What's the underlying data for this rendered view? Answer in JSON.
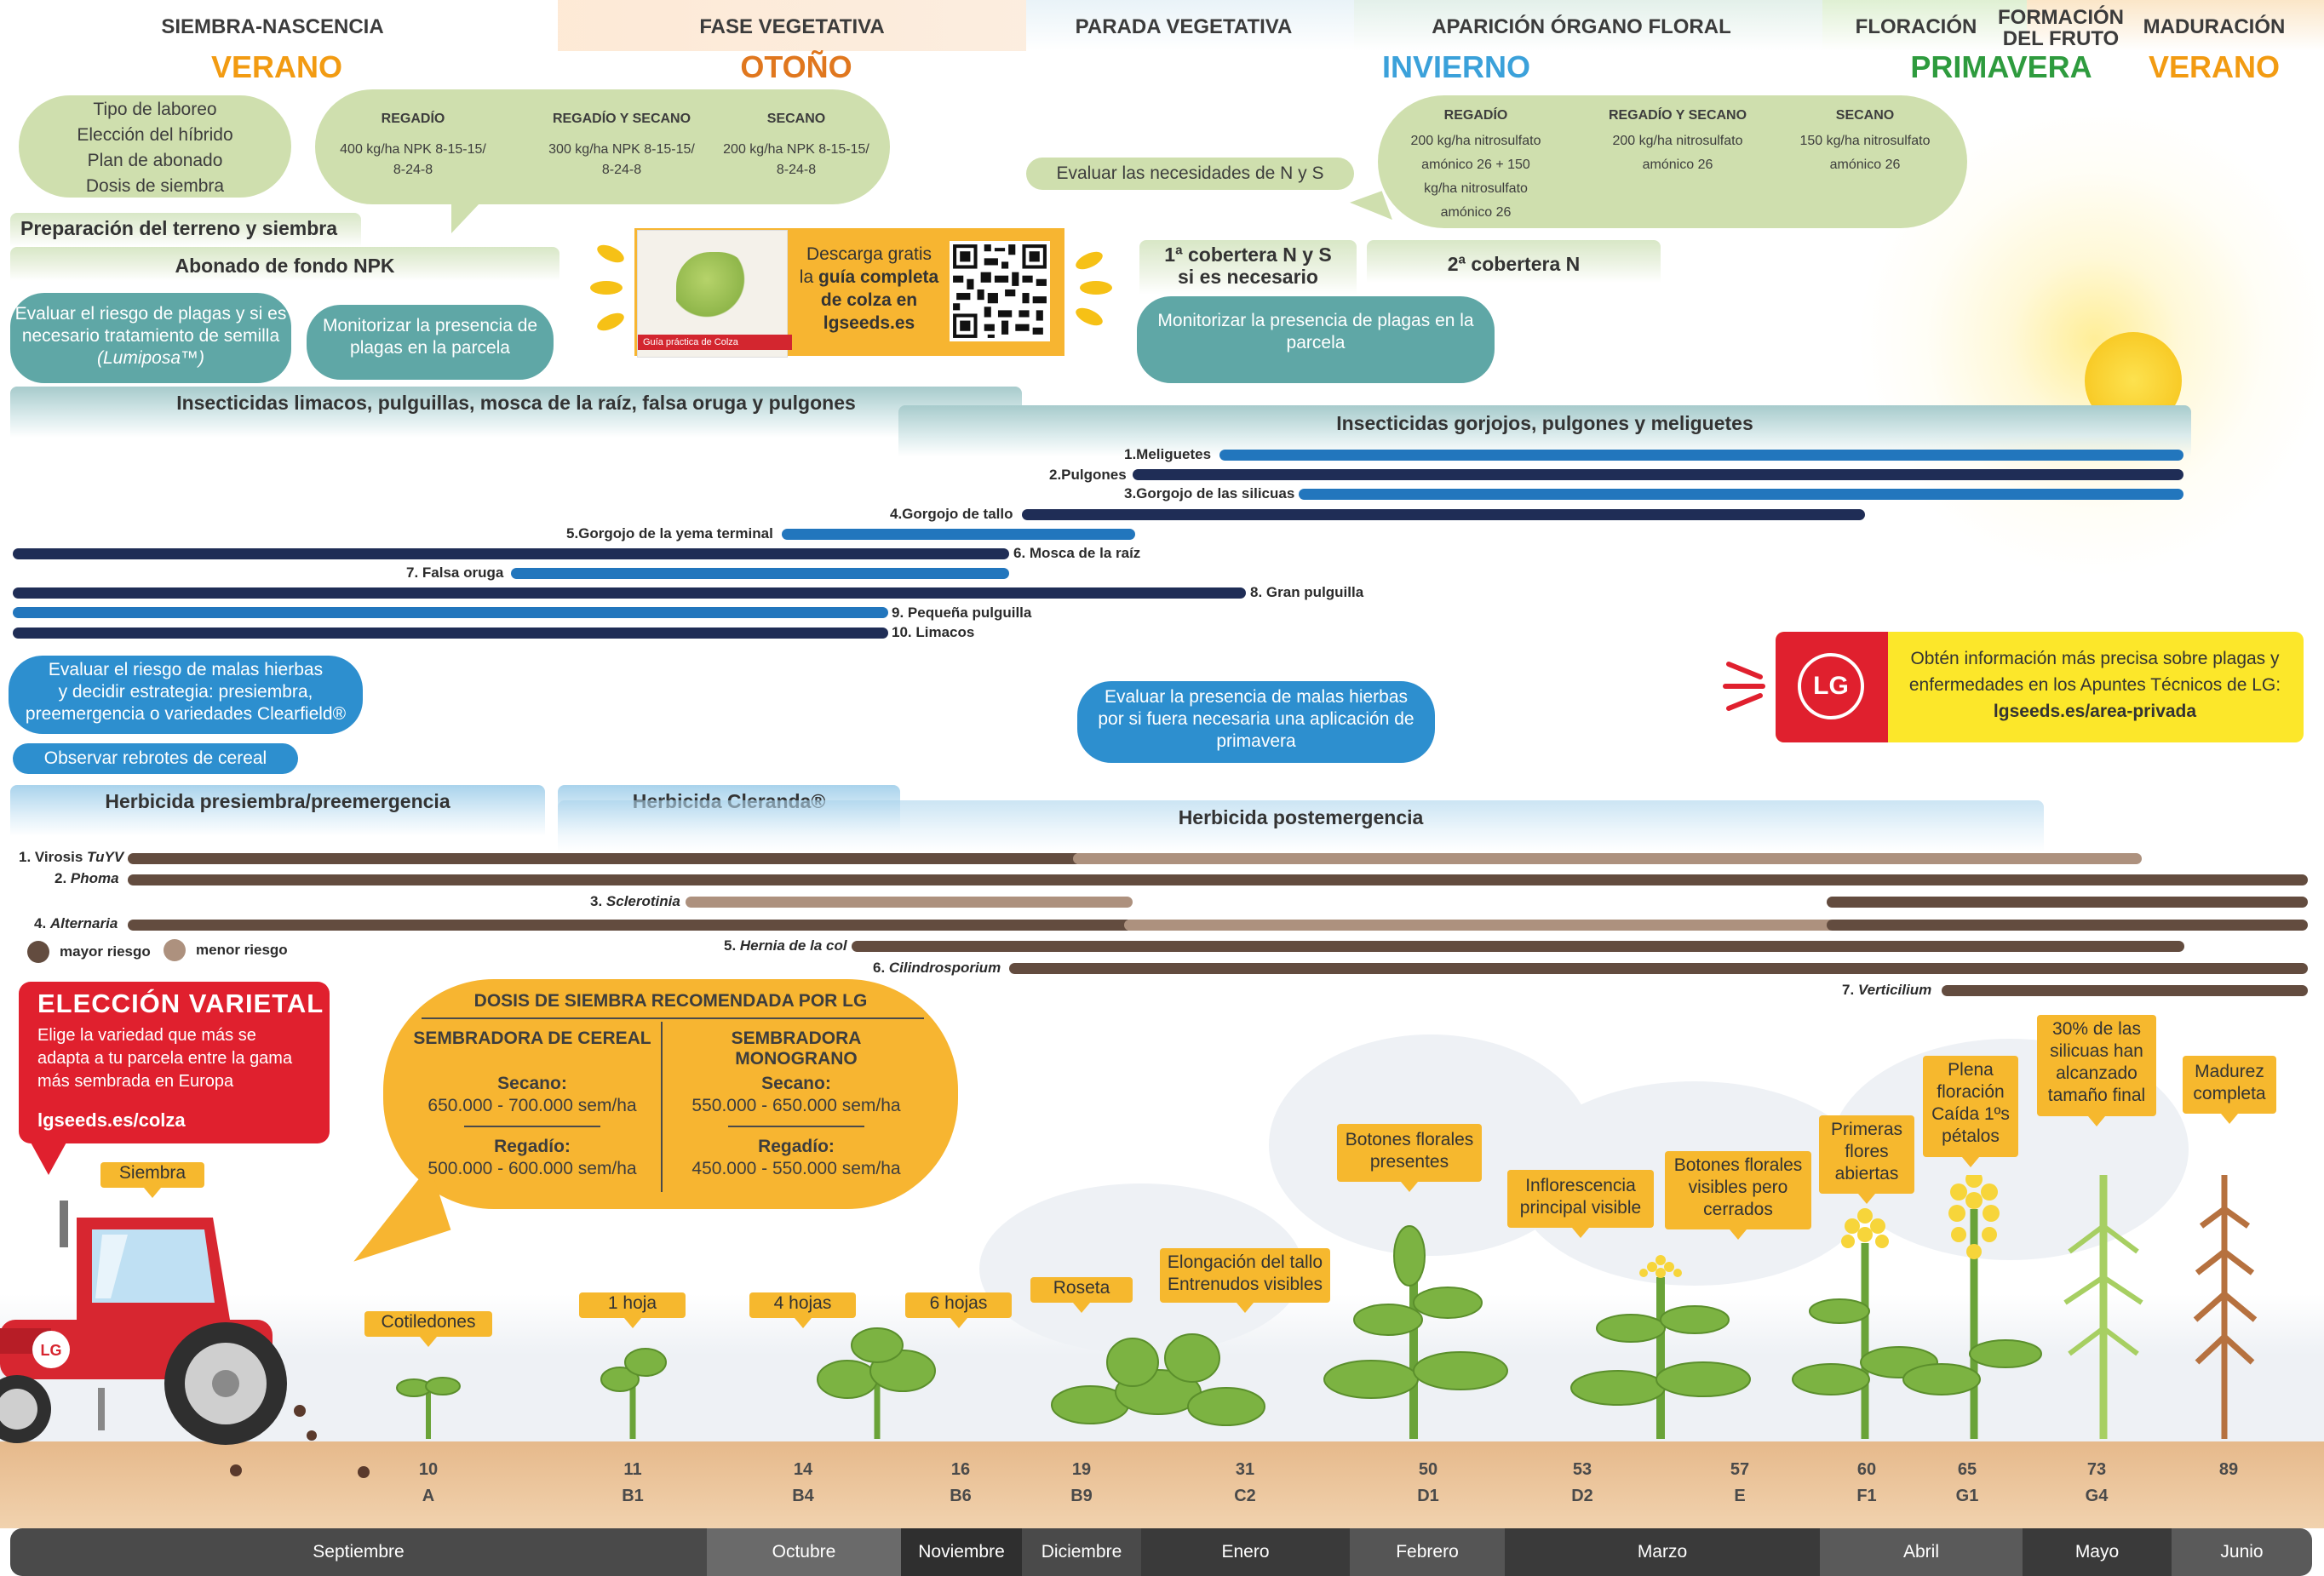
{
  "stages": {
    "s1": "SIEMBRA-NASCENCIA",
    "s2": "FASE VEGETATIVA",
    "s3": "PARADA VEGETATIVA",
    "s4": "APARICIÓN ÓRGANO FLORAL",
    "s5": "FLORACIÓN",
    "s6a": "FORMACIÓN",
    "s6b": "DEL FRUTO",
    "s7": "MADURACIÓN"
  },
  "seasons": {
    "verano1": "VERANO",
    "otono": "OTOÑO",
    "invierno": "INVIERNO",
    "primavera": "PRIMAVERA",
    "verano2": "VERANO"
  },
  "colors": {
    "verano": "#f29b12",
    "otono": "#e0771e",
    "invierno": "#3ba1da",
    "primavera": "#2e9b3e"
  },
  "prep": {
    "items": [
      "Tipo de laboreo",
      "Elección del híbrido",
      "Plan de abonado",
      "Dosis de siembra"
    ],
    "band": "Preparación del terreno y siembra"
  },
  "fondo": {
    "h1": "REGADÍO",
    "v1a": "400 kg/ha NPK 8-15-15/",
    "v1b": "8-24-8",
    "h2": "REGADÍO Y SECANO",
    "v2a": "300 kg/ha NPK 8-15-15/",
    "v2b": "8-24-8",
    "h3": "SECANO",
    "v3a": "200 kg/ha NPK 8-15-15/",
    "v3b": "8-24-8",
    "band": "Abonado de fondo NPK"
  },
  "cobertera": {
    "h1": "REGADÍO",
    "v1a": "200 kg/ha nitrosulfato",
    "v1b": "amónico 26 + 150",
    "v1c": "kg/ha nitrosulfato",
    "v1d": "amónico 26",
    "h2": "REGADÍO Y SECANO",
    "v2a": "200 kg/ha nitrosulfato",
    "v2b": "amónico 26",
    "h3": "SECANO",
    "v3a": "150 kg/ha nitrosulfato",
    "v3b": "amónico 26",
    "evaluar": "Evaluar las necesidades de N y S",
    "c1a": "1ª cobertera N y S",
    "c1b": "si es necesario",
    "c2": "2ª cobertera N"
  },
  "guia": {
    "cover": "Guía práctica de Colza",
    "l1": "Descarga gratis",
    "l2a": "la ",
    "l2b": "guía completa",
    "l3": "de colza en",
    "l4": "lgseeds.es"
  },
  "plagas": {
    "eval1a": "Evaluar el riesgo de plagas y si es",
    "eval1b": "necesario tratamiento de semilla",
    "eval1c": "(Lumiposa™)",
    "mon1a": "Monitorizar la presencia de",
    "mon1b": "plagas en la parcela",
    "mon2a": "Monitorizar la presencia de plagas en la",
    "mon2b": "parcela",
    "band1": "Insecticidas limacos, pulguillas, mosca de la raíz, falsa oruga y pulgones",
    "band2": "Insecticidas gorjojos, pulgones y meliguetes",
    "items": [
      "1.Meliguetes",
      "2.Pulgones",
      "3.Gorgojo de las silicuas",
      "4.Gorgojo de tallo",
      "5.Gorgojo de la yema terminal",
      "6. Mosca de la raíz",
      "7. Falsa oruga",
      "8. Gran pulguilla",
      "9. Pequeña pulguilla",
      "10. Limacos"
    ]
  },
  "lgbox": {
    "l1": "Obtén información más precisa sobre plagas y",
    "l2": "enfermedades en los Apuntes Técnicos de LG:",
    "l3": "lgseeds.es/area-privada"
  },
  "malas": {
    "eval1a": "Evaluar el riesgo de malas hierbas",
    "eval1b": "y decidir estrategia: presiembra,",
    "eval1c": "preemergencia o variedades Clearfield®",
    "rebrotes": "Observar rebrotes de cereal",
    "eval2a": "Evaluar la presencia de malas hierbas",
    "eval2b": "por si fuera necesaria una aplicación de",
    "eval2c": "primavera",
    "band1": "Herbicida presiembra/preemergencia",
    "band2": "Herbicida Cleranda®",
    "band3": "Herbicida postemergencia"
  },
  "enfermedades": {
    "items": [
      {
        "n": "1. Virosis ",
        "i": "TuYV"
      },
      {
        "n": "2. ",
        "i": "Phoma"
      },
      {
        "n": "3. ",
        "i": "Sclerotinia"
      },
      {
        "n": "4. ",
        "i": "Alternaria"
      },
      {
        "n": "5. ",
        "i": "Hernia de la col"
      },
      {
        "n": "6. ",
        "i": "Cilindrosporium"
      },
      {
        "n": "7. ",
        "i": "Verticilium"
      }
    ],
    "mayor": "mayor riesgo",
    "menor": "menor riesgo"
  },
  "eleccion": {
    "title": "ELECCIÓN VARIETAL",
    "l1": "Elige la variedad que más se",
    "l2": "adapta a tu parcela entre la gama",
    "l3": "más sembrada en Europa",
    "link": "lgseeds.es/colza"
  },
  "dosis": {
    "title": "DOSIS DE SIEMBRA RECOMENDADA POR LG",
    "c1": "SEMBRADORA DE CEREAL",
    "c2": "SEMBRADORA MONOGRANO",
    "secano": "Secano:",
    "regadio": "Regadío:",
    "c1sec": "650.000 - 700.000 sem/ha",
    "c1reg": "500.000 - 600.000 sem/ha",
    "c2sec": "550.000 - 650.000 sem/ha",
    "c2reg": "450.000 - 550.000 sem/ha"
  },
  "growth": {
    "siembra": "Siembra",
    "cotiledones": "Cotiledones",
    "hoja1": "1 hoja",
    "hojas4": "4 hojas",
    "hojas6": "6 hojas",
    "roseta": "Roseta",
    "elong1": "Elongación del tallo",
    "elong2": "Entrenudos visibles",
    "botones1": "Botones florales",
    "botones2": "presentes",
    "infl1": "Inflorescencia",
    "infl2": "principal visible",
    "bvis1": "Botones florales",
    "bvis2": "visibles pero",
    "bvis3": "cerrados",
    "prim1": "Primeras",
    "prim2": "flores",
    "prim3": "abiertas",
    "plena1": "Plena",
    "plena2": "floración",
    "plena3": "Caída 1ºs",
    "plena4": "pétalos",
    "sil1": "30% de las",
    "sil2": "silicuas han",
    "sil3": "alcanzado",
    "sil4": "tamaño final",
    "mad1": "Madurez",
    "mad2": "completa"
  },
  "codes": [
    {
      "n": "10",
      "l": "A"
    },
    {
      "n": "11",
      "l": "B1"
    },
    {
      "n": "14",
      "l": "B4"
    },
    {
      "n": "16",
      "l": "B6"
    },
    {
      "n": "19",
      "l": "B9"
    },
    {
      "n": "31",
      "l": "C2"
    },
    {
      "n": "50",
      "l": "D1"
    },
    {
      "n": "53",
      "l": "D2"
    },
    {
      "n": "57",
      "l": "E"
    },
    {
      "n": "60",
      "l": "F1"
    },
    {
      "n": "65",
      "l": "G1"
    },
    {
      "n": "73",
      "l": "G4"
    },
    {
      "n": "89",
      "l": ""
    }
  ],
  "months": [
    "Septiembre",
    "Octubre",
    "Noviembre",
    "Diciembre",
    "Enero",
    "Febrero",
    "Marzo",
    "Abril",
    "Mayo",
    "Junio"
  ]
}
